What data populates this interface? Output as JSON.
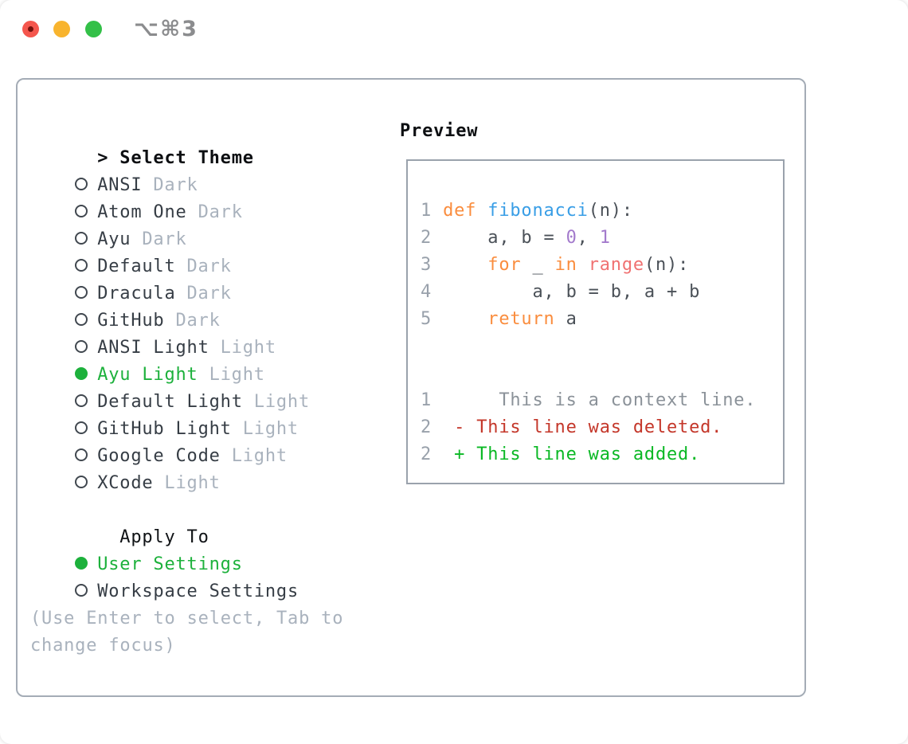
{
  "window": {
    "title": "⌥⌘3"
  },
  "traffic_lights": [
    {
      "name": "close",
      "color": "#f4564d",
      "has_dot": true
    },
    {
      "name": "minimize",
      "color": "#f8b42e",
      "has_dot": false
    },
    {
      "name": "zoom",
      "color": "#33c048",
      "has_dot": false
    }
  ],
  "theme_panel": {
    "header": {
      "prompt": ">",
      "label": "Select Theme"
    },
    "items": [
      {
        "name": "ANSI",
        "tag": "Dark",
        "selected": false
      },
      {
        "name": "Atom One",
        "tag": "Dark",
        "selected": false
      },
      {
        "name": "Ayu",
        "tag": "Dark",
        "selected": false
      },
      {
        "name": "Default",
        "tag": "Dark",
        "selected": false
      },
      {
        "name": "Dracula",
        "tag": "Dark",
        "selected": false
      },
      {
        "name": "GitHub",
        "tag": "Dark",
        "selected": false
      },
      {
        "name": "ANSI Light",
        "tag": "Light",
        "selected": false
      },
      {
        "name": "Ayu Light",
        "tag": "Light",
        "selected": true
      },
      {
        "name": "Default Light",
        "tag": "Light",
        "selected": false
      },
      {
        "name": "GitHub Light",
        "tag": "Light",
        "selected": false
      },
      {
        "name": "Google Code",
        "tag": "Light",
        "selected": false
      },
      {
        "name": "XCode",
        "tag": "Light",
        "selected": false
      }
    ],
    "apply_to": {
      "label": "Apply To",
      "options": [
        {
          "name": "User Settings",
          "selected": true
        },
        {
          "name": "Workspace Settings",
          "selected": false
        }
      ]
    },
    "help": [
      "(Use Enter to select, Tab to",
      "change focus)"
    ]
  },
  "preview": {
    "label": "Preview",
    "lines": [
      {
        "parts": [
          {
            "c": "gut",
            "t": "1 "
          },
          {
            "c": "kw",
            "t": "def"
          },
          {
            "c": "pl",
            "t": " "
          },
          {
            "c": "fn",
            "t": "fibonacci"
          },
          {
            "c": "pl",
            "t": "(n):"
          }
        ]
      },
      {
        "parts": [
          {
            "c": "gut",
            "t": "2 "
          },
          {
            "c": "pl",
            "t": "    a, b = "
          },
          {
            "c": "num",
            "t": "0"
          },
          {
            "c": "pl",
            "t": ", "
          },
          {
            "c": "num",
            "t": "1"
          }
        ]
      },
      {
        "parts": [
          {
            "c": "gut",
            "t": "3 "
          },
          {
            "c": "pl",
            "t": "    "
          },
          {
            "c": "kw",
            "t": "for"
          },
          {
            "c": "pl",
            "t": " _ "
          },
          {
            "c": "kw",
            "t": "in"
          },
          {
            "c": "pl",
            "t": " "
          },
          {
            "c": "call",
            "t": "range"
          },
          {
            "c": "pl",
            "t": "(n):"
          }
        ]
      },
      {
        "parts": [
          {
            "c": "gut",
            "t": "4 "
          },
          {
            "c": "pl",
            "t": "        a, b = b, a + b"
          }
        ]
      },
      {
        "parts": [
          {
            "c": "gut",
            "t": "5 "
          },
          {
            "c": "pl",
            "t": "    "
          },
          {
            "c": "kw",
            "t": "return"
          },
          {
            "c": "pl",
            "t": " a"
          }
        ]
      },
      {
        "parts": []
      },
      {
        "parts": []
      },
      {
        "parts": [
          {
            "c": "gut",
            "t": "1 "
          },
          {
            "c": "ctx",
            "t": "     This is a context line."
          }
        ]
      },
      {
        "parts": [
          {
            "c": "gut",
            "t": "2 "
          },
          {
            "c": "del",
            "t": " - This line was deleted."
          }
        ]
      },
      {
        "parts": [
          {
            "c": "gut",
            "t": "2 "
          },
          {
            "c": "add",
            "t": " + This line was added."
          }
        ]
      }
    ]
  },
  "colors": {
    "selection_green": "#1db13c",
    "diff_added": "#0ab824",
    "diff_deleted": "#c4372a",
    "keyword_orange": "#fa8d3e",
    "function_blue": "#399ee6",
    "builtin_coral": "#f07171",
    "number_purple": "#a37acc",
    "muted_gray": "#a9b2bd",
    "border_gray": "#a4acb6"
  }
}
